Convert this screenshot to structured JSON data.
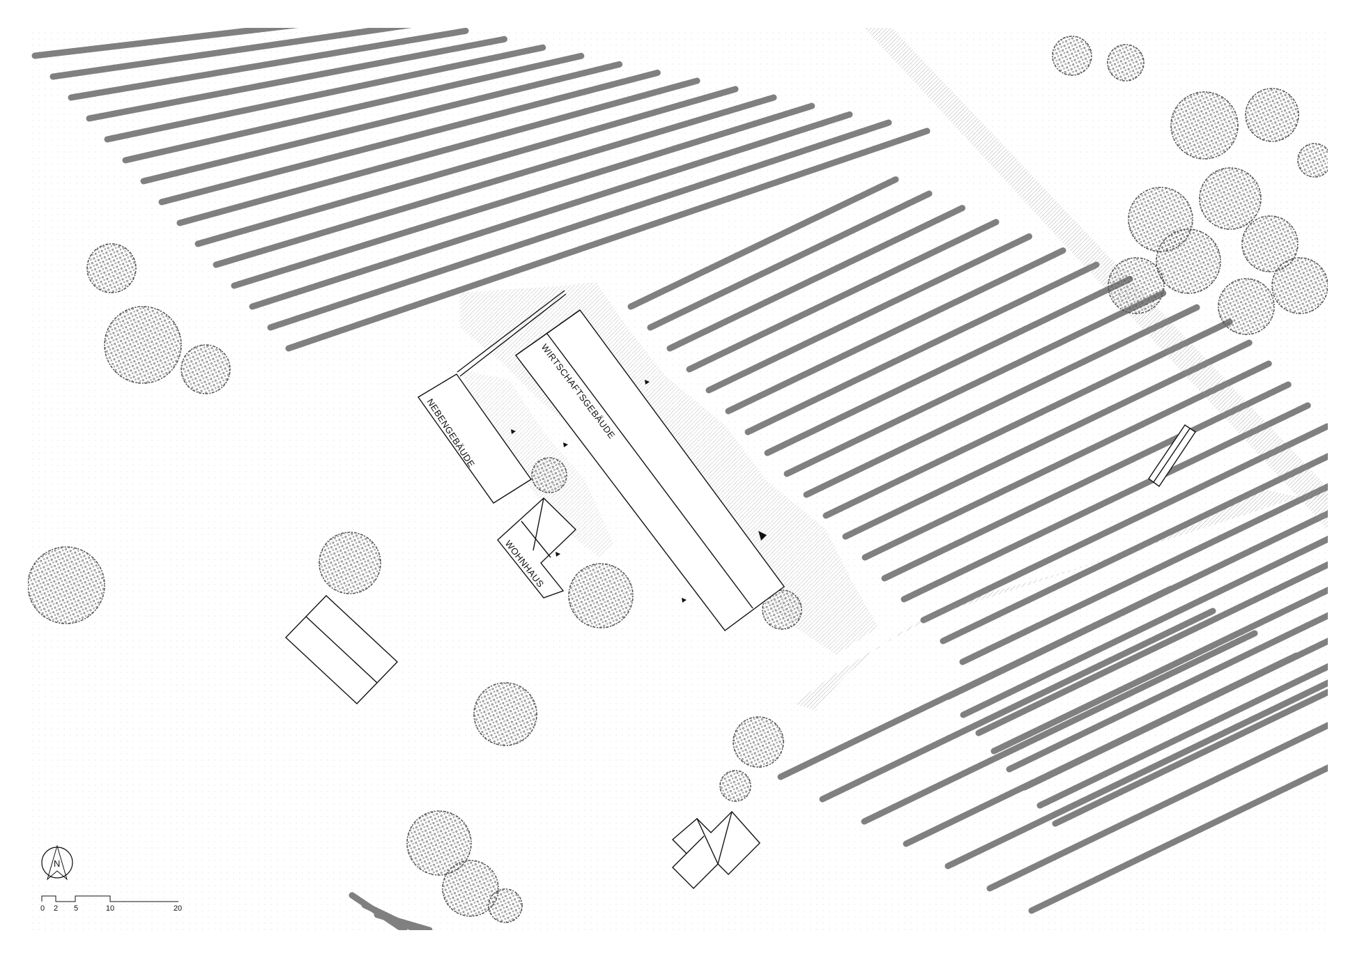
{
  "buildings": {
    "nebengebaeude": "NEBENGEBÄUDE",
    "wirtschaftsgebaeude": "WIRTSCHAFTSGEBÄUDE",
    "wohnhaus": "WOHNHAUS"
  },
  "north_arrow": {
    "label": "N",
    "icon": "north-arrow-icon"
  },
  "scale_bar": {
    "ticks": [
      "0",
      "2",
      "5",
      "10",
      "20"
    ]
  },
  "colors": {
    "ink": "#111111",
    "dots": "#c4c4c4",
    "vine": "#6a6a6a",
    "path_hatch": "#9a9a9a"
  }
}
